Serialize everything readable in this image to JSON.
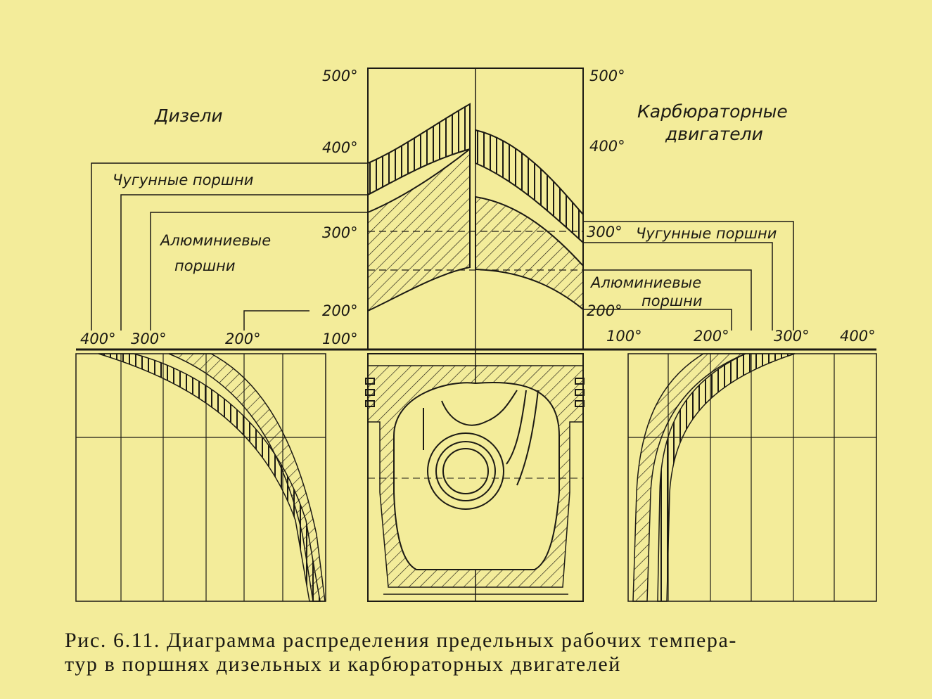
{
  "labels": {
    "diesel": "Дизели",
    "carb_line1": "Карбюраторные",
    "carb_line2": "двигатели",
    "cast_iron_left": "Чугунные поршни",
    "aluminum_left_line1": "Алюминиевые",
    "aluminum_left_line2": "поршни",
    "cast_iron_right": "Чугунные поршни",
    "aluminum_right_line1": "Алюминиевые",
    "aluminum_right_line2": "поршни"
  },
  "vertical_scale_left": [
    "500°",
    "400°",
    "300°",
    "200°"
  ],
  "vertical_scale_right": [
    "500°",
    "400°",
    "300°",
    "200°"
  ],
  "horizontal_scale_left": [
    "400°",
    "300°",
    "200°",
    "100°"
  ],
  "horizontal_scale_right": [
    "100°",
    "200°",
    "300°",
    "400°"
  ],
  "caption": {
    "line1": "Рис. 6.11. Диаграмма распределения предельных рабочих темпера-",
    "line2": "тур в поршнях дизельных и карбюраторных двигателей"
  },
  "colors": {
    "paper": "#f3ec9a",
    "ink": "#1c1a14"
  }
}
